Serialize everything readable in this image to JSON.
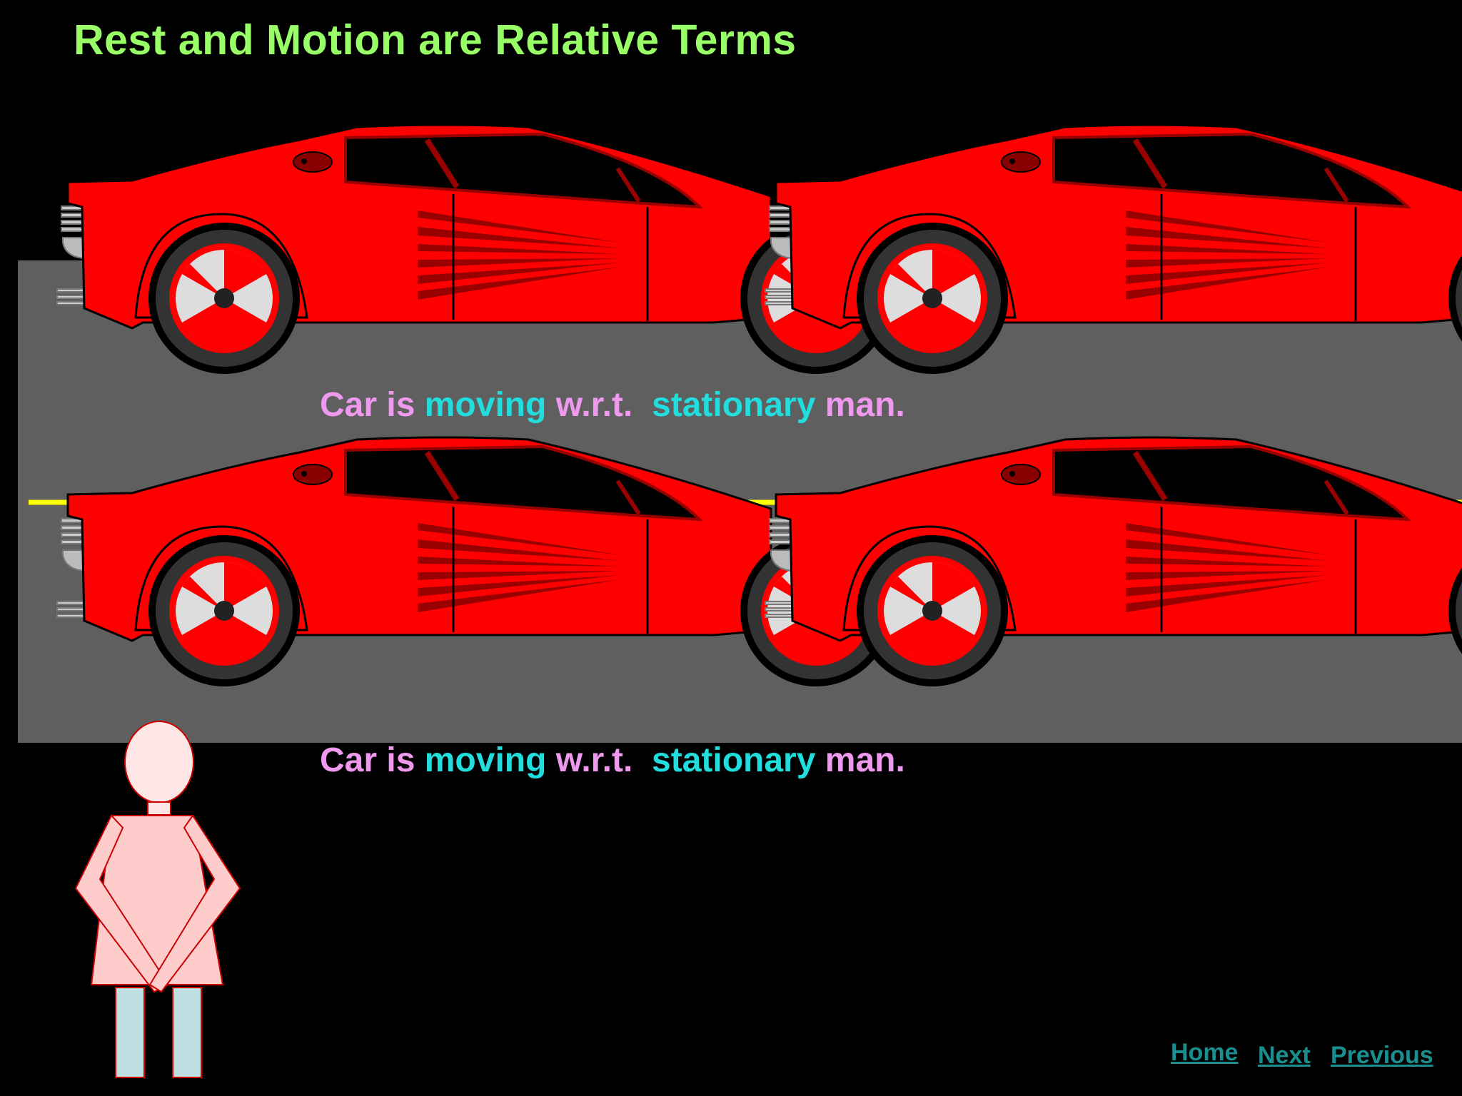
{
  "title": "Rest and Motion are Relative Terms",
  "captions": [
    {
      "part1": "Car is ",
      "part2": "moving",
      "part3": " w.r.t.  ",
      "part4": "stationary",
      "part5": " man."
    },
    {
      "part1": "Car is ",
      "part2": "moving",
      "part3": " w.r.t.  ",
      "part4": "stationary",
      "part5": " man."
    }
  ],
  "nav": {
    "home": "Home",
    "next": "Next",
    "previous": "Previous"
  },
  "colors": {
    "background": "#000000",
    "title": "#99ff66",
    "caption_text": "#ee99ee",
    "caption_highlight": "#22dddd",
    "road": "#5f5f5f",
    "lane_marking": "#ffff00",
    "car_body": "#ff0000",
    "nav_link": "#1a8f8f"
  },
  "icons": [
    "red-sports-car",
    "standing-man-figure"
  ]
}
